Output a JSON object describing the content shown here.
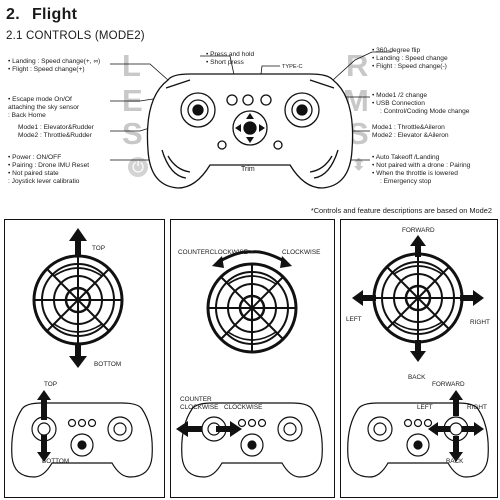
{
  "heading": {
    "number": "2.",
    "title": "Flight"
  },
  "subheading": "2.1 CONTROLS (MODE2)",
  "letters": {
    "L": "L",
    "E": "E",
    "S": "S",
    "R": "R",
    "M": "M",
    "S2": "S",
    "power_icon": "power-icon",
    "updown_icon": "up-down-arrow-icon"
  },
  "left_notes": {
    "L": [
      "Landing : Speed change(+, ∞)",
      "Flight : Speed change(+)"
    ],
    "E": [
      "Escape mode On/Of",
      "attaching the sky sensor",
      ": Back Home"
    ],
    "S": [
      "Mode1 : Elevator&Rudder",
      "Mode2 : Throttle&Rudder"
    ],
    "power": [
      "Power : ON/OFF",
      "Pairing : Drone IMU Reset",
      "Not paired state",
      ": Joystick lever calibratio"
    ]
  },
  "top_notes": [
    "Press and hold",
    "Short press"
  ],
  "typec_label": "TYPE-C",
  "trim_label": "Trim",
  "right_notes": {
    "R": [
      "360-degree flip",
      "Landing : Speed change",
      "Flight : Speed change(-)"
    ],
    "M": [
      "Mode1 /2 change",
      "USB Connection",
      ": Control/Coding Mode change"
    ],
    "S": [
      "Mode1 : Throttle&Aileron",
      "Mode2 : Elevator &Aileron"
    ],
    "updown": [
      "Auto Takeoff /Landing",
      "Not paired with a drone : Pairing",
      "When the throttle is lowered",
      ": Emergency stop"
    ]
  },
  "footnote": "*Controls and feature descriptions are based on Mode2",
  "panel1": {
    "top": "TOP",
    "bottom": "BOTTOM",
    "top2": "TOP",
    "bottom2": "BOTTOM"
  },
  "panel2": {
    "ccw": "COUNTERCLOCKWISE",
    "cw": "CLOCKWISE",
    "ccw2a": "COUNTER",
    "ccw2b": "CLOCKWISE",
    "cw2": "CLOCKWISE"
  },
  "panel3": {
    "forward": "FORWARD",
    "left": "LEFT",
    "right": "RIGHT",
    "back": "BACK",
    "forward2": "FORWARD",
    "left2": "LEFT",
    "right2": "RIGHT",
    "back2": "BACK"
  },
  "colors": {
    "letter_gray": "#c8c8c8",
    "line": "#111111"
  }
}
